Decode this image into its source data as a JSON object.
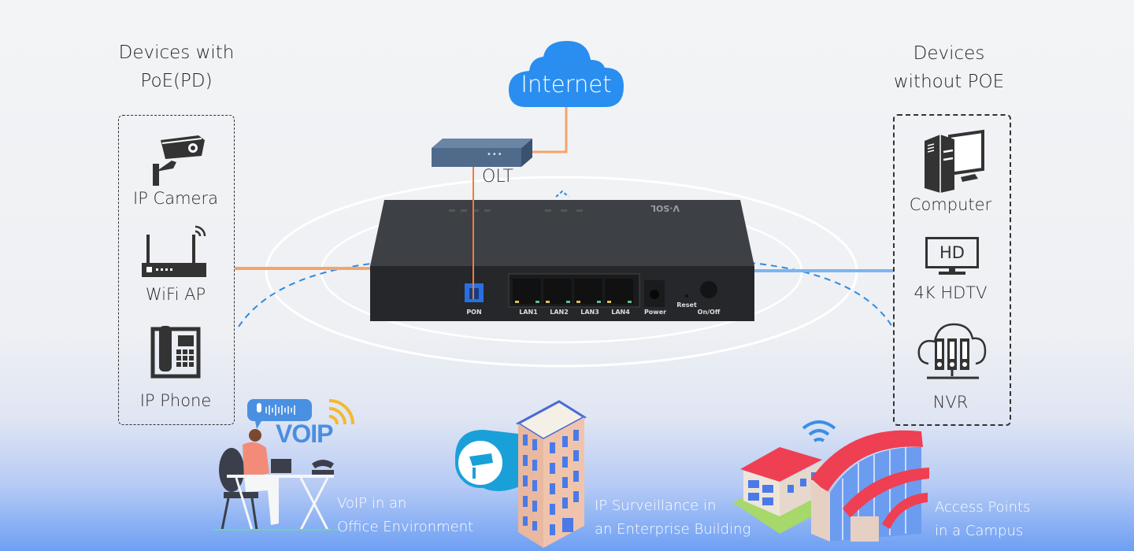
{
  "left_group": {
    "title_line1": "Devices with",
    "title_line2": "PoE(PD)",
    "devices": [
      {
        "label": "IP Camera",
        "icon": "cctv-camera-icon"
      },
      {
        "label": "WiFi AP",
        "icon": "wifi-router-icon"
      },
      {
        "label": "IP Phone",
        "icon": "desk-phone-icon"
      }
    ]
  },
  "right_group": {
    "title_line1": "Devices",
    "title_line2": "without POE",
    "devices": [
      {
        "label": "Computer",
        "icon": "desktop-computer-icon"
      },
      {
        "label": "4K HDTV",
        "icon": "hd-monitor-icon",
        "badge": "HD"
      },
      {
        "label": "NVR",
        "icon": "cloud-storage-icon"
      }
    ]
  },
  "network": {
    "internet_label": "Internet",
    "olt_label": "OLT",
    "olt_dots": "•••",
    "device_brand": "V·SOL",
    "ports": [
      "PON",
      "LAN1",
      "LAN2",
      "LAN3",
      "LAN4",
      "Power",
      "Reset",
      "On/Off"
    ]
  },
  "scenarios": [
    {
      "line1": "VoIP in an",
      "line2": "Office Environment",
      "badge": "VOIP"
    },
    {
      "line1": "IP Surveillance in",
      "line2": "an Enterprise Building"
    },
    {
      "line1": "Access Points",
      "line2": "in a Campus"
    }
  ],
  "colors": {
    "fiber_orange": "#f5a46a",
    "ethernet_blue": "#7db4ee",
    "cloud_blue": "#2a8ef0",
    "olt_slate": "#4f6a8a",
    "device_body": "#2b2d30",
    "pon_blue": "#2a6fe0",
    "roof_red": "#ef3f52"
  }
}
